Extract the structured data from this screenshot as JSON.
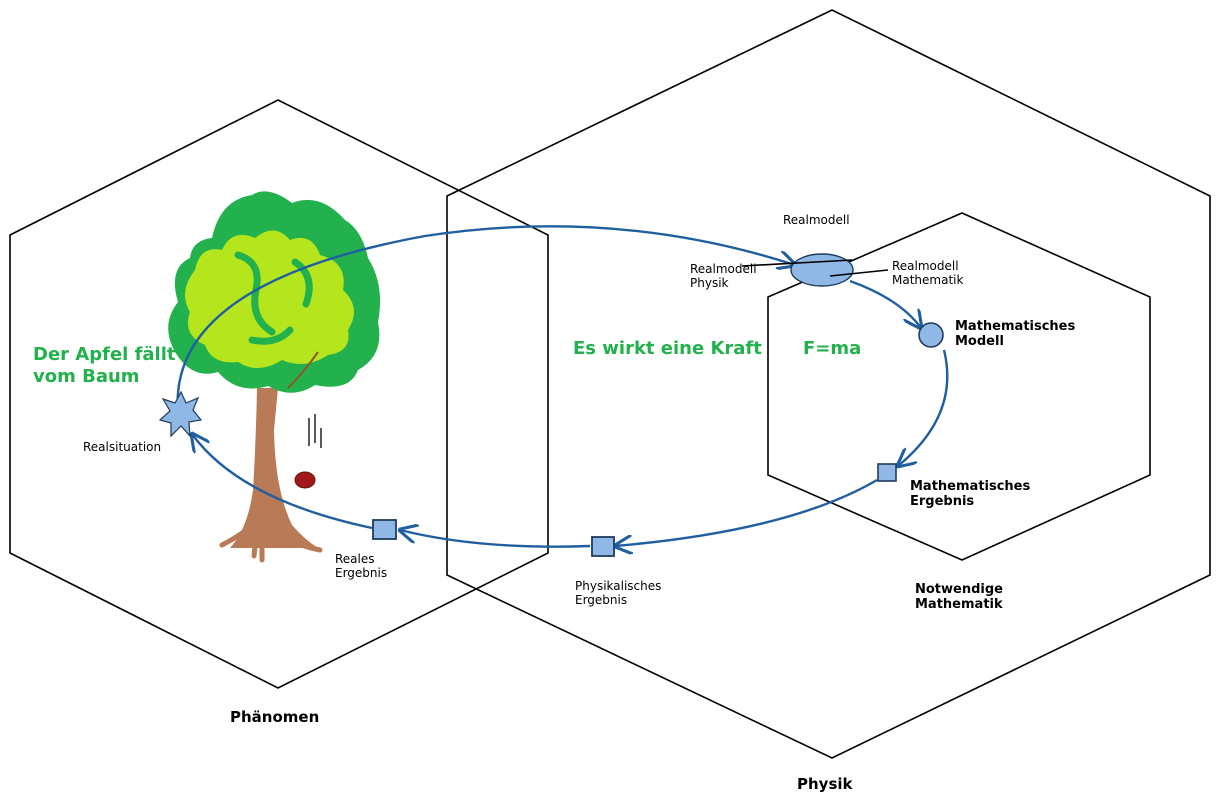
{
  "regions": {
    "phenomenon": "Phänomen",
    "physics": "Physik",
    "mathematics": "Notwendige Mathematik"
  },
  "statements": {
    "apple": "Der Apfel fällt vom Baum",
    "force": "Es wirkt eine Kraft",
    "formula": "F=ma"
  },
  "steps": {
    "real_situation": "Realsituation",
    "real_model": "Realmodell",
    "real_model_physics": "Realmodell Physik",
    "real_model_math": "Realmodell Mathematik",
    "math_model": "Mathematisches Modell",
    "math_result": "Mathematisches Ergebnis",
    "physical_result": "Physikalisches Ergebnis",
    "real_result": "Reales Ergebnis"
  },
  "colors": {
    "cycle": "#1f5fa0",
    "node_fill": "#8fb8e6",
    "statement_green": "#22b14c",
    "trunk": "#b97a57",
    "foliage_dark": "#22b14c",
    "foliage_light": "#b5e61d",
    "apple": "#a01818"
  }
}
